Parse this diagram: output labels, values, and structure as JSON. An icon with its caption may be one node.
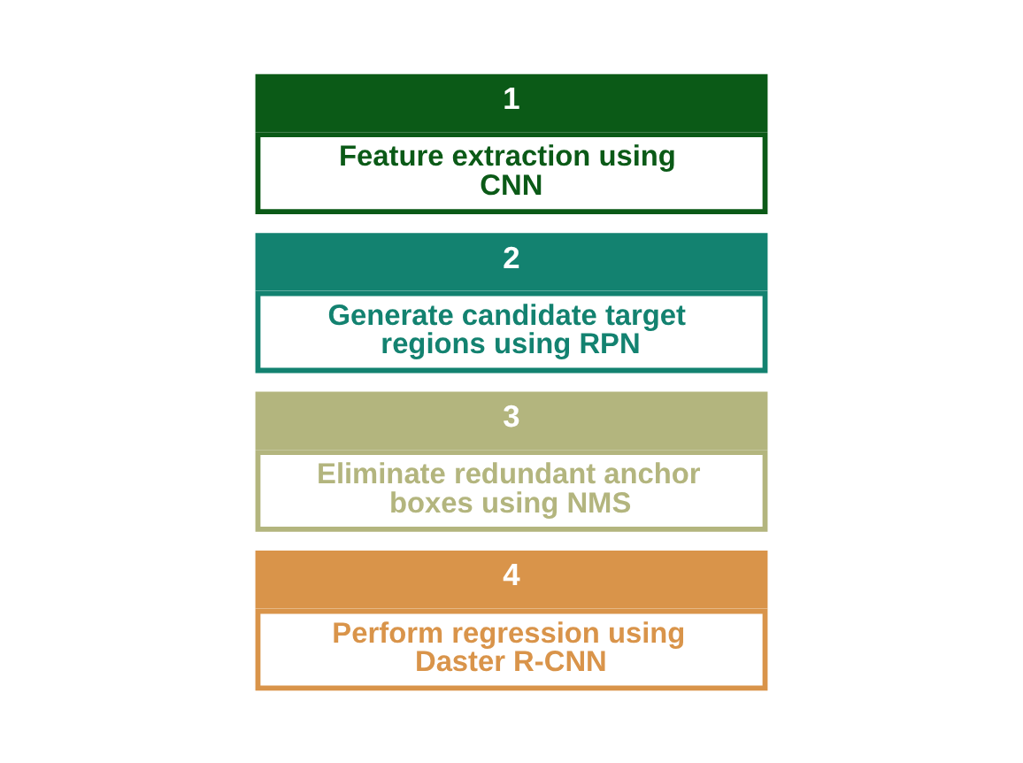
{
  "diagram": {
    "nodes": [
      {
        "text": [
          "1",
          "Feature extraction using CNN"
        ]
      },
      {
        "text": [
          "2",
          "Generate candidate target regions using RPN"
        ]
      },
      {
        "text": [
          "3",
          "Eliminate redundant anchor boxes using NMS"
        ]
      },
      {
        "text": [
          "4",
          "Perform regression using Daster R-CNN"
        ]
      }
    ]
  }
}
